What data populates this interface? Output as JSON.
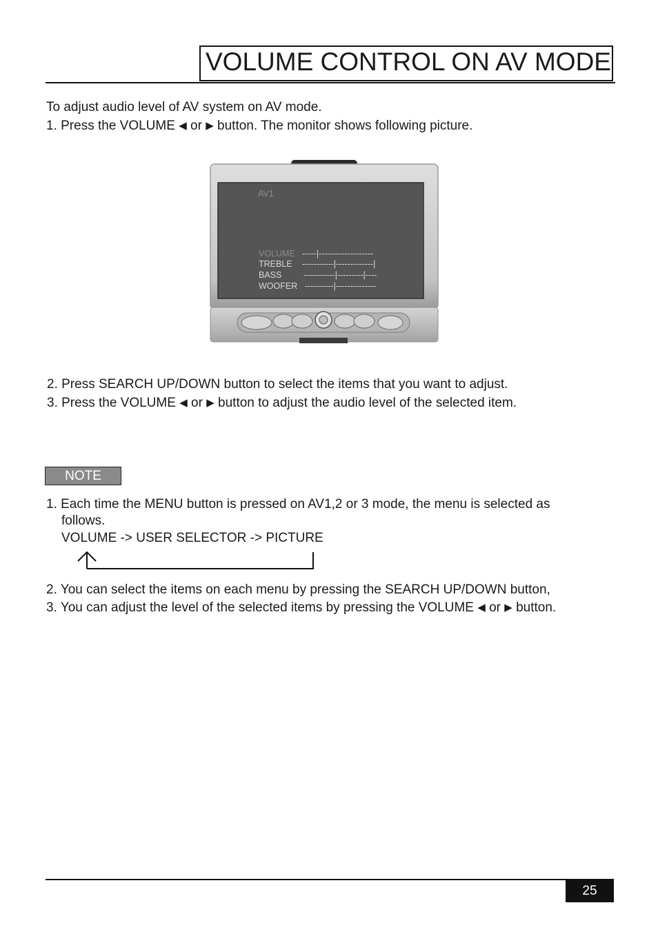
{
  "title": "VOLUME CONTROL ON AV MODE",
  "intro": "To adjust audio level of AV system on AV mode.",
  "steps": {
    "s1_a": "1. Press the VOLUME",
    "s1_b": "or",
    "s1_c": "button.  The monitor shows following picture.",
    "s2": "2. Press SEARCH UP/DOWN button to select the items that you want to adjust.",
    "s3_a": "3. Press the VOLUME",
    "s3_b": "or",
    "s3_c": "button to adjust the audio level of the selected item."
  },
  "icons": {
    "left": "◀",
    "right": "▶"
  },
  "monitor": {
    "source": "AV1",
    "rows": [
      {
        "label": "VOLUME",
        "level": 0.18
      },
      {
        "label": "TREBLE",
        "level": 0.44
      },
      {
        "label": "BASS",
        "level": 0.8
      },
      {
        "label": "WOOFER",
        "level": 0.41
      }
    ],
    "bars": {
      "volume": "-----|-------------------",
      "treble": "-----------|-------------|",
      "bass": "-----------|---------|----",
      "woofer": "----------|--------------"
    }
  },
  "note": {
    "label": "NOTE",
    "n1_a": "1. Each time the MENU button is pressed on AV1,2 or 3 mode, the menu is selected as",
    "n1_b": "follows.",
    "n1_c": "VOLUME -> USER SELECTOR -> PICTURE",
    "n2": "2. You can select the items on each menu by pressing the SEARCH UP/DOWN button,",
    "n3_a": "3. You can adjust the level of the selected items by pressing the VOLUME",
    "n3_b": "or",
    "n3_c": "button."
  },
  "page_number": "25",
  "colors": {
    "ink": "#1a1a1a",
    "note_bg": "#8a8a8a",
    "screen": "#555555",
    "bezel": "#c9c9c9"
  }
}
